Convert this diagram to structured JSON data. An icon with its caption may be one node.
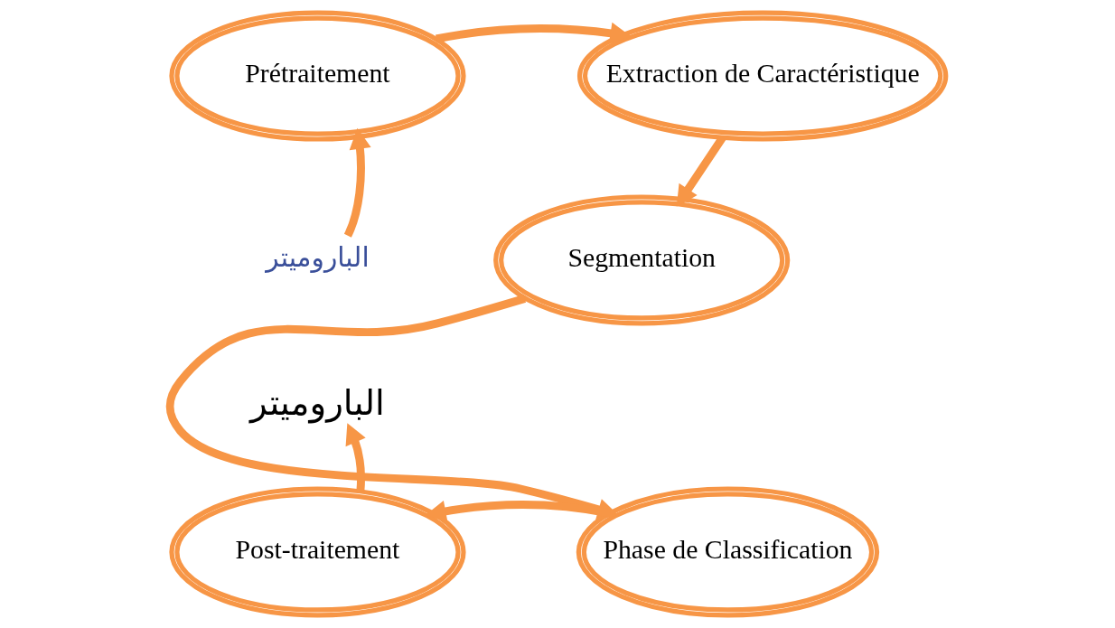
{
  "diagram": {
    "nodes": [
      {
        "text": [
          "الباروميتر"
        ]
      },
      {
        "text": [
          "Prétraitement"
        ]
      },
      {
        "text": [
          "Extraction de Caractéristique"
        ]
      },
      {
        "text": [
          "Segmentation"
        ]
      },
      {
        "text": [
          "Phase de Classification"
        ]
      },
      {
        "text": [
          "Post-traitement"
        ]
      },
      {
        "text": [
          "الباروميتر"
        ]
      }
    ],
    "edges": [
      {
        "from": 0,
        "to": 1,
        "arrow": "to"
      },
      {
        "from": 1,
        "to": 2,
        "arrow": "to"
      },
      {
        "from": 2,
        "to": 3,
        "arrow": "to"
      },
      {
        "from": 3,
        "to": 4,
        "arrow": "to"
      },
      {
        "from": 4,
        "to": 5,
        "arrow": "to"
      },
      {
        "from": 5,
        "to": 6,
        "arrow": "to"
      }
    ]
  }
}
